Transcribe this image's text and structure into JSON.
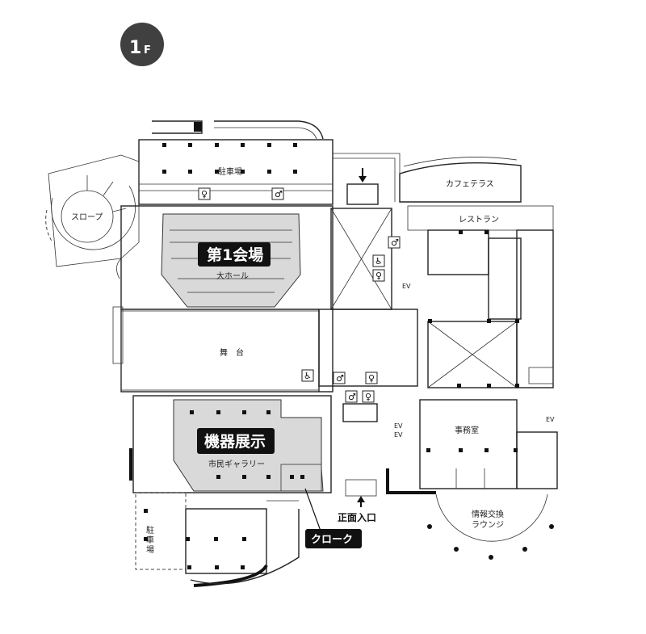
{
  "floor": {
    "number": "1",
    "suffix": "F"
  },
  "areas": {
    "parking_top": "駐車場",
    "slope": "スロープ",
    "cafe": "カフェテラス",
    "restaurant": "レストラン",
    "hall1": "第1会場",
    "hall1_sub": "大ホール",
    "stage": "舞　台",
    "exhibit": "機器展示",
    "exhibit_sub": "市民ギャラリー",
    "office": "事務室",
    "lounge_line1": "情報交換",
    "lounge_line2": "ラウンジ",
    "parking_left_1": "駐",
    "parking_left_2": "車",
    "parking_left_3": "場",
    "main_entrance": "正面入口",
    "cloak": "クローク"
  },
  "icons": {
    "restroom": "restroom-icon",
    "accessible": "wheelchair-icon",
    "elevator": "elevator-icon",
    "arrow": "arrow-icon"
  },
  "labels": {
    "ev": "EV"
  },
  "colors": {
    "badge": "#404040",
    "highlight": "#d9d9d9",
    "dark_label": "#111111"
  }
}
